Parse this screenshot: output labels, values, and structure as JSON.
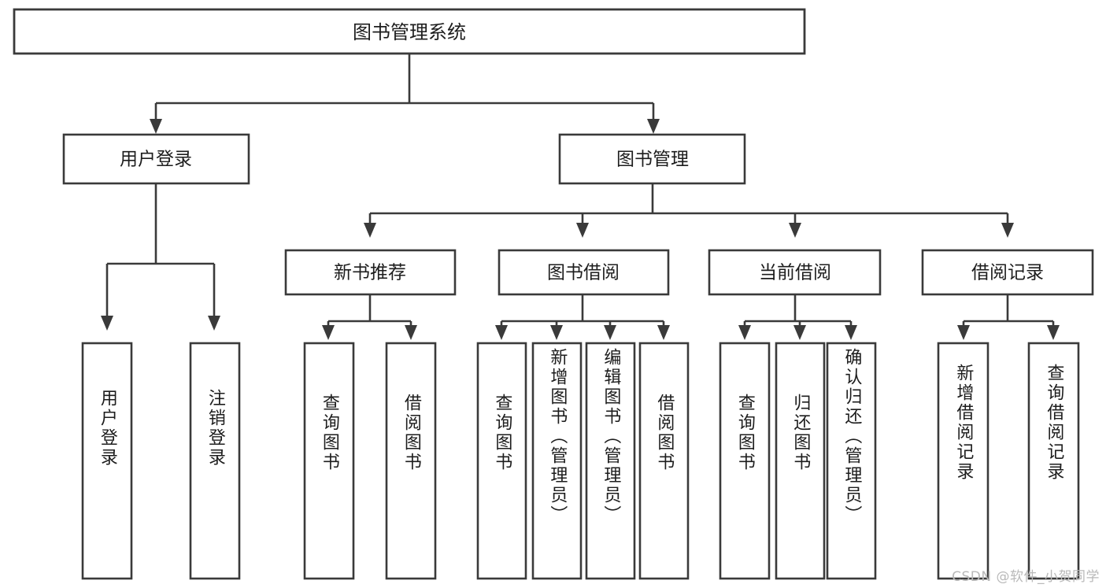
{
  "diagram": {
    "type": "tree",
    "title": "图书管理系统",
    "watermark": "CSDN @软件_小贺同学",
    "colors": {
      "stroke": "#3a3a3a",
      "node_fill": "#ffffff",
      "text": "#1d1d1d",
      "background": "#ffffff",
      "watermark": "#b9b9b9"
    },
    "levels": {
      "root": {
        "label": "图书管理系统"
      },
      "level2": [
        {
          "label": "用户登录"
        },
        {
          "label": "图书管理"
        }
      ],
      "level3": [
        {
          "label": "新书推荐"
        },
        {
          "label": "图书借阅"
        },
        {
          "label": "当前借阅"
        },
        {
          "label": "借阅记录"
        }
      ],
      "leaves": {
        "user_login": [
          {
            "label": "用户登录"
          },
          {
            "label": "注销登录"
          }
        ],
        "new_book_recommend": [
          {
            "label": "查询图书"
          },
          {
            "label": "借阅图书"
          }
        ],
        "book_borrow": [
          {
            "label": "查询图书"
          },
          {
            "label": "新增图书（管理员）"
          },
          {
            "label": "编辑图书（管理员）"
          },
          {
            "label": "借阅图书"
          }
        ],
        "current_borrow": [
          {
            "label": "查询图书"
          },
          {
            "label": "归还图书"
          },
          {
            "label": "确认归还（管理员）"
          }
        ],
        "borrow_record": [
          {
            "label": "新增借阅记录"
          },
          {
            "label": "查询借阅记录"
          }
        ]
      }
    },
    "hierarchy": {
      "图书管理系统": {
        "用户登录": [
          "用户登录",
          "注销登录"
        ],
        "图书管理": {
          "新书推荐": [
            "查询图书",
            "借阅图书"
          ],
          "图书借阅": [
            "查询图书",
            "新增图书（管理员）",
            "编辑图书（管理员）",
            "借阅图书"
          ],
          "当前借阅": [
            "查询图书",
            "归还图书",
            "确认归还（管理员）"
          ],
          "借阅记录": [
            "新增借阅记录",
            "查询借阅记录"
          ]
        }
      }
    }
  }
}
